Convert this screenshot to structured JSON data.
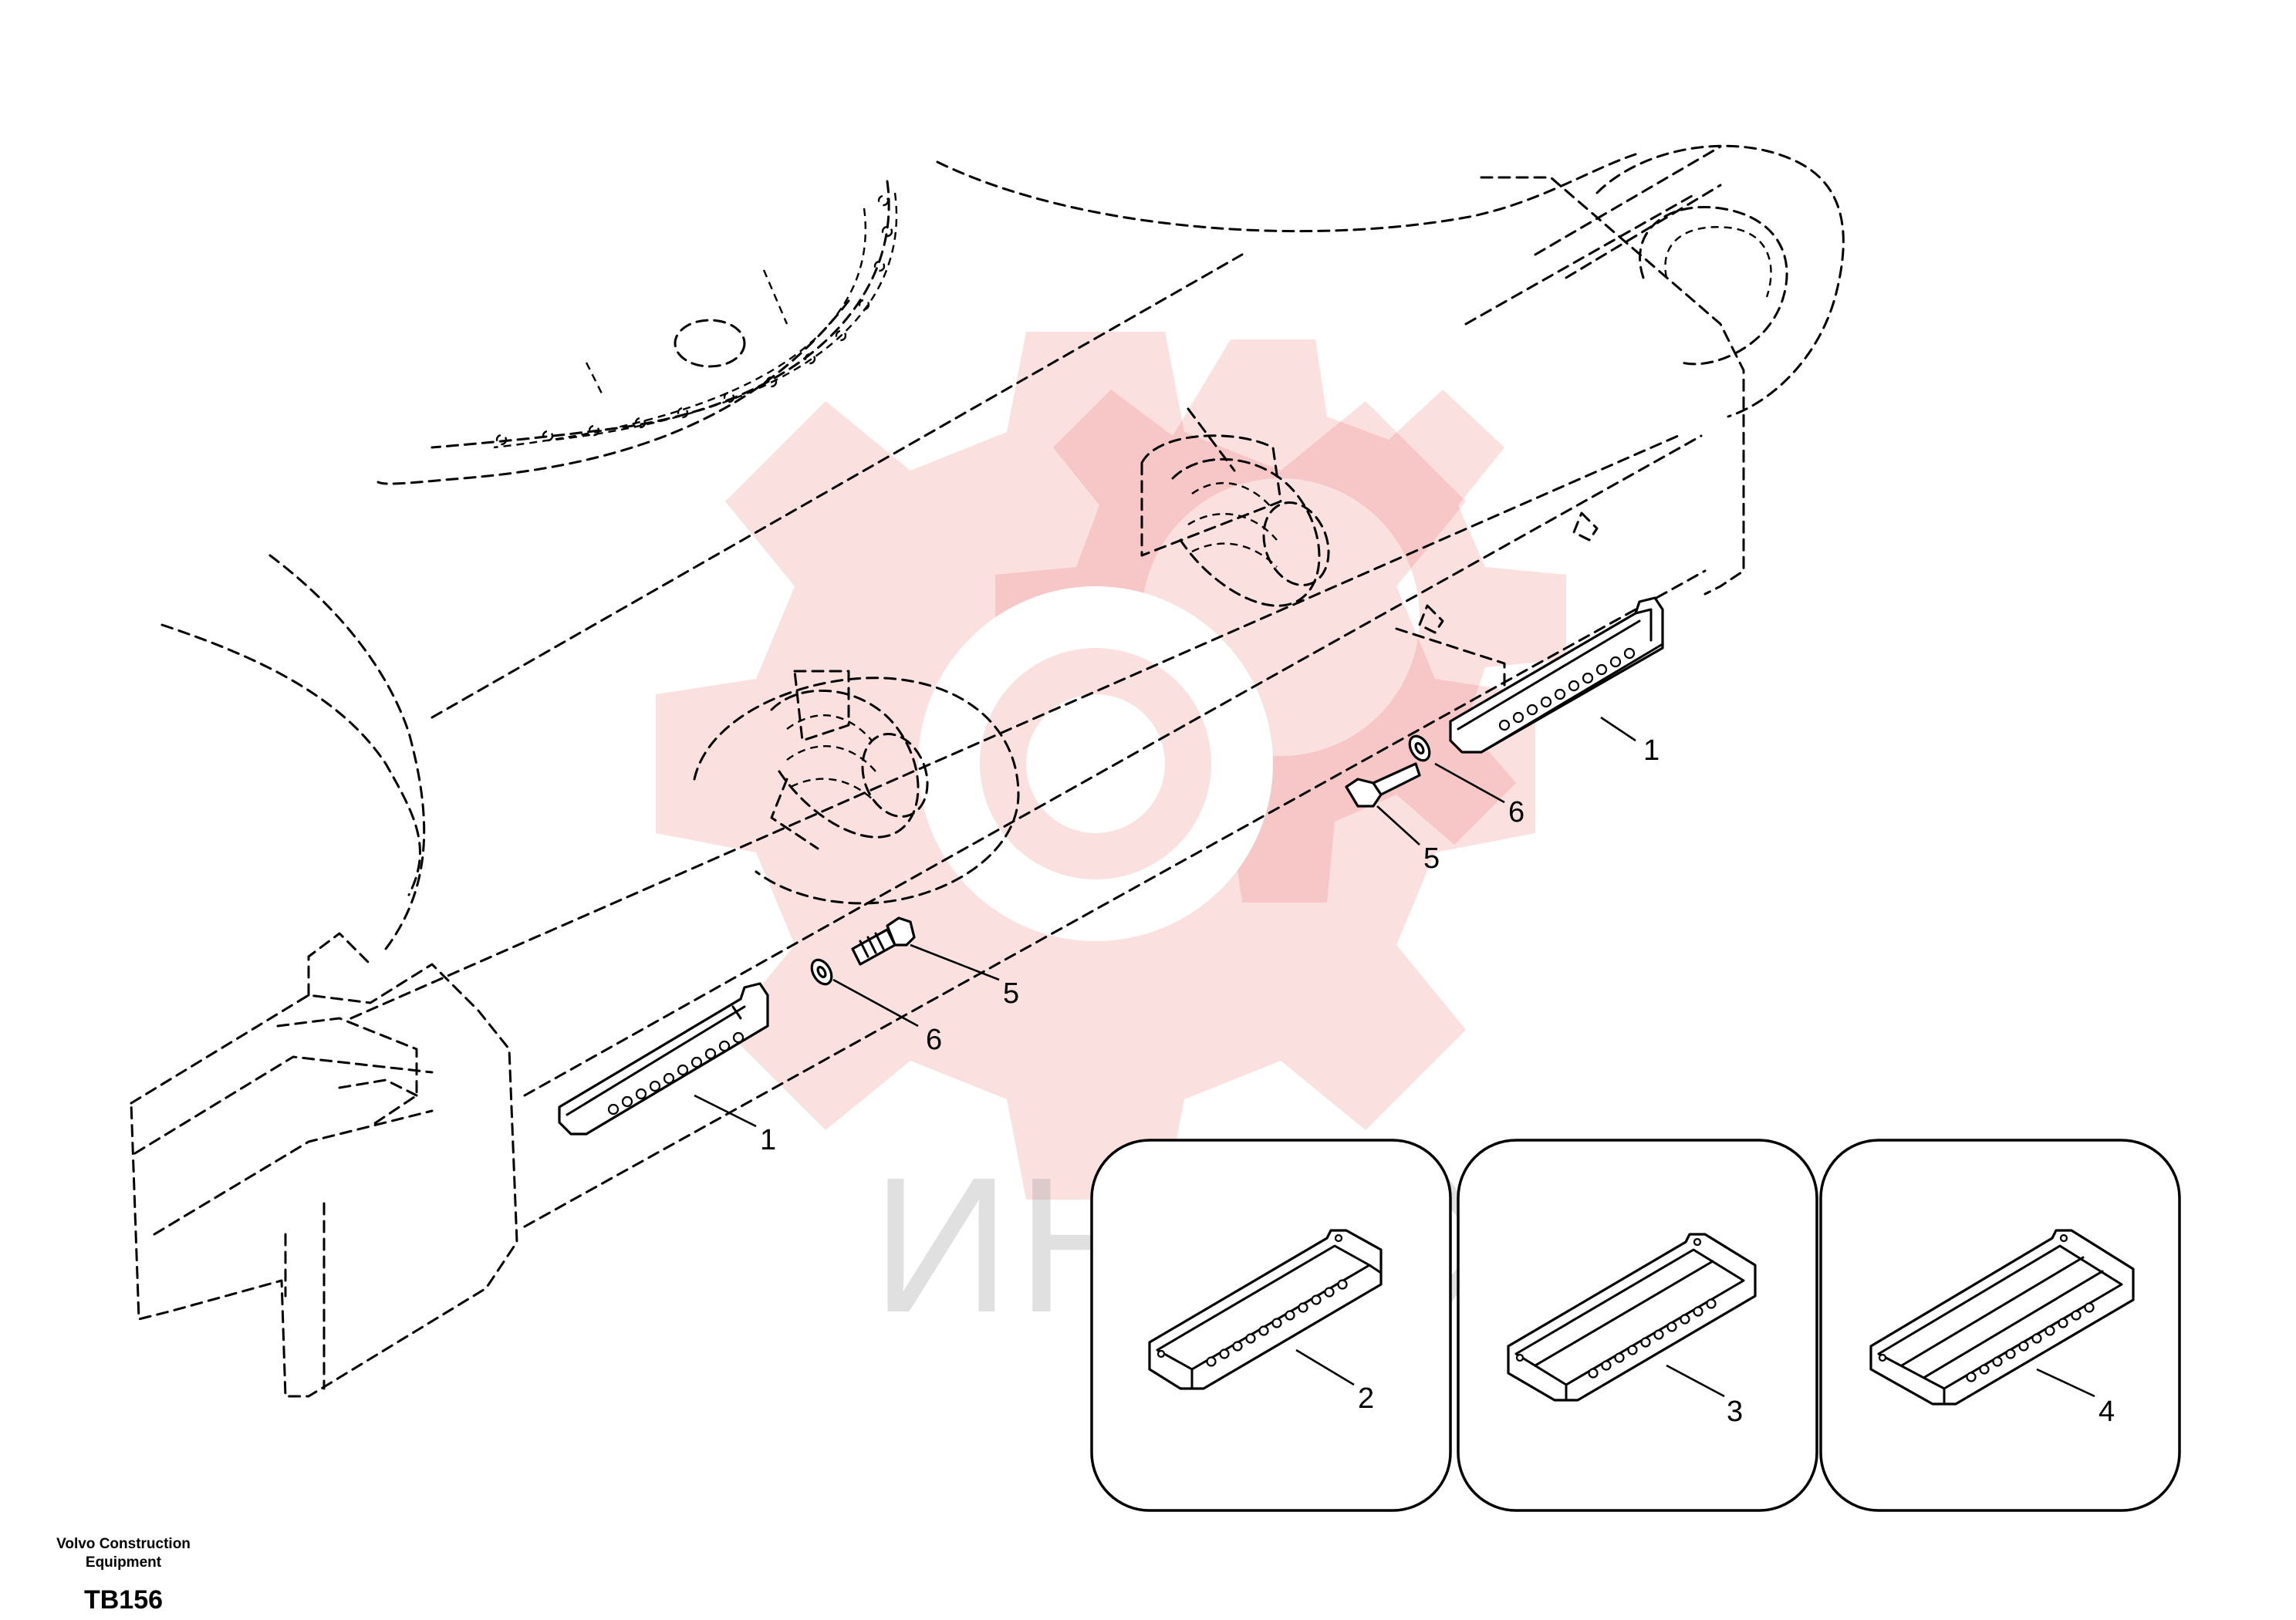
{
  "callouts": {
    "c1_left": "1",
    "c1_right": "1",
    "c5_left": "5",
    "c5_right": "5",
    "c6_left": "6",
    "c6_right": "6",
    "inset2": "2",
    "inset3": "3",
    "inset4": "4"
  },
  "watermark": {
    "text": "ИНТЕХ",
    "color": "#e9413f"
  },
  "footer": {
    "manufacturer_line1": "Volvo Construction",
    "manufacturer_line2": "Equipment",
    "code": "TB156"
  }
}
